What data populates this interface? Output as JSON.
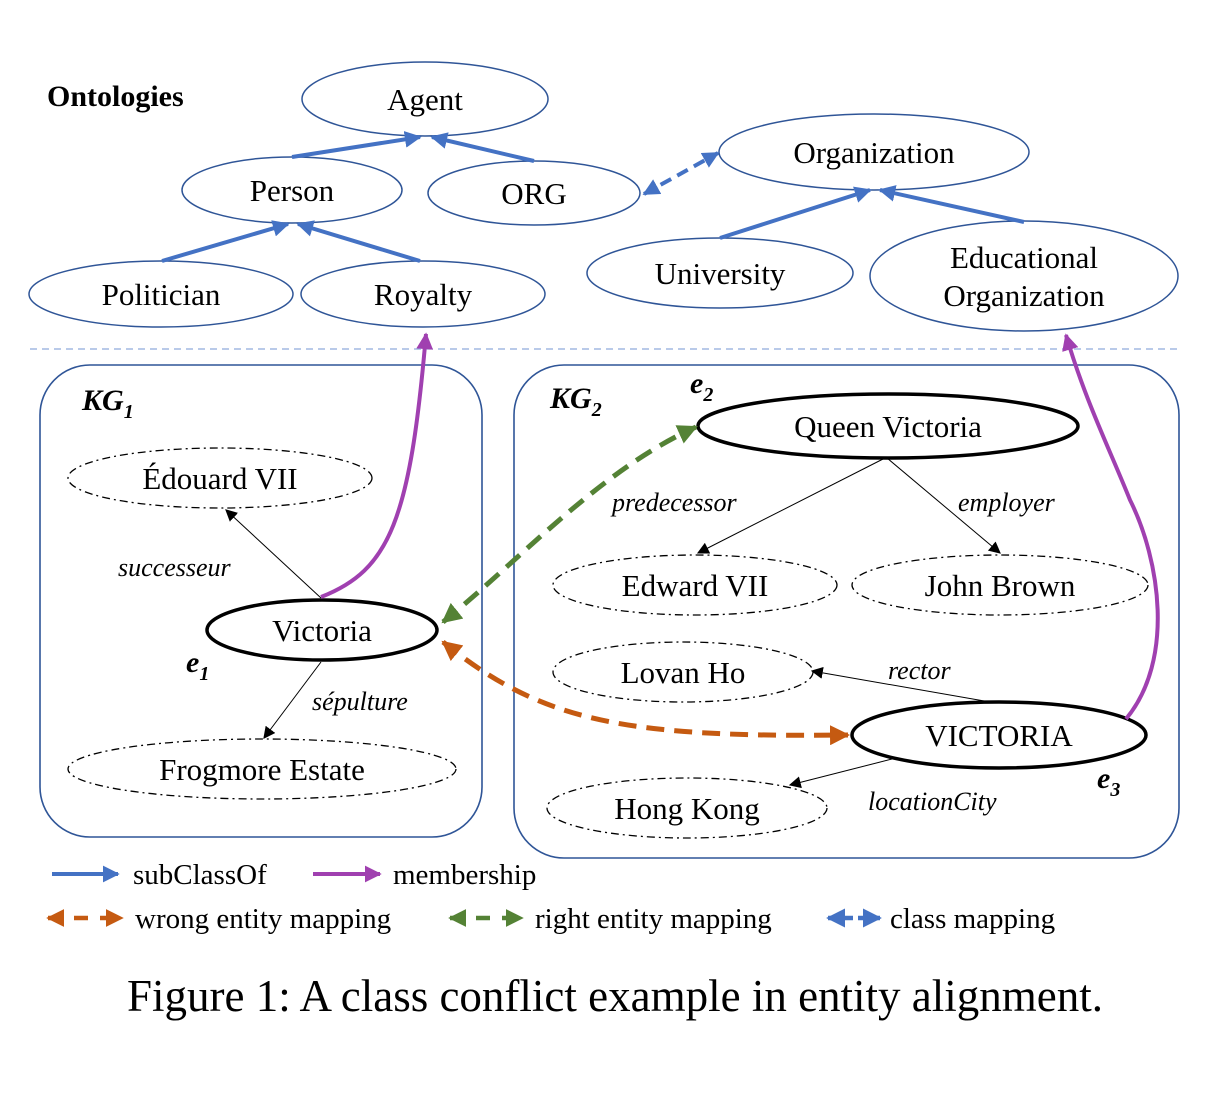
{
  "section_title": "Ontologies",
  "colors": {
    "subclass": "#4472c4",
    "membership": "#a040b0",
    "wrong_mapping": "#c55a11",
    "right_mapping": "#548235",
    "class_mapping": "#4472c4",
    "ellipse_border": "#2f5597"
  },
  "ontology": {
    "classes": {
      "agent": "Agent",
      "person": "Person",
      "org": "ORG",
      "politician": "Politician",
      "royalty": "Royalty",
      "organization": "Organization",
      "university": "University",
      "educational_1": "Educational",
      "educational_2": "Organization"
    }
  },
  "kg1": {
    "title": "KG",
    "sub": "1",
    "entity_label": "e",
    "entity_sub": "1",
    "nodes": {
      "victoria": "Victoria",
      "edouard": "Édouard VII",
      "frogmore": "Frogmore Estate"
    },
    "relations": {
      "successeur": "successeur",
      "sepulture": "sépulture"
    }
  },
  "kg2": {
    "title": "KG",
    "sub": "2",
    "e2_label": "e",
    "e2_sub": "2",
    "e3_label": "e",
    "e3_sub": "3",
    "nodes": {
      "queen_victoria": "Queen Victoria",
      "edward": "Edward VII",
      "john_brown": "John Brown",
      "lovan_ho": "Lovan Ho",
      "victoria_upper": "VICTORIA",
      "hong_kong": "Hong Kong"
    },
    "relations": {
      "predecessor": "predecessor",
      "employer": "employer",
      "rector": "rector",
      "location_city": "locationCity"
    }
  },
  "legend": {
    "subclass": "subClassOf",
    "membership": "membership",
    "wrong_mapping": "wrong entity mapping",
    "right_mapping": "right entity mapping",
    "class_mapping": "class mapping"
  },
  "caption": "Figure 1: A class conflict example in entity alignment."
}
